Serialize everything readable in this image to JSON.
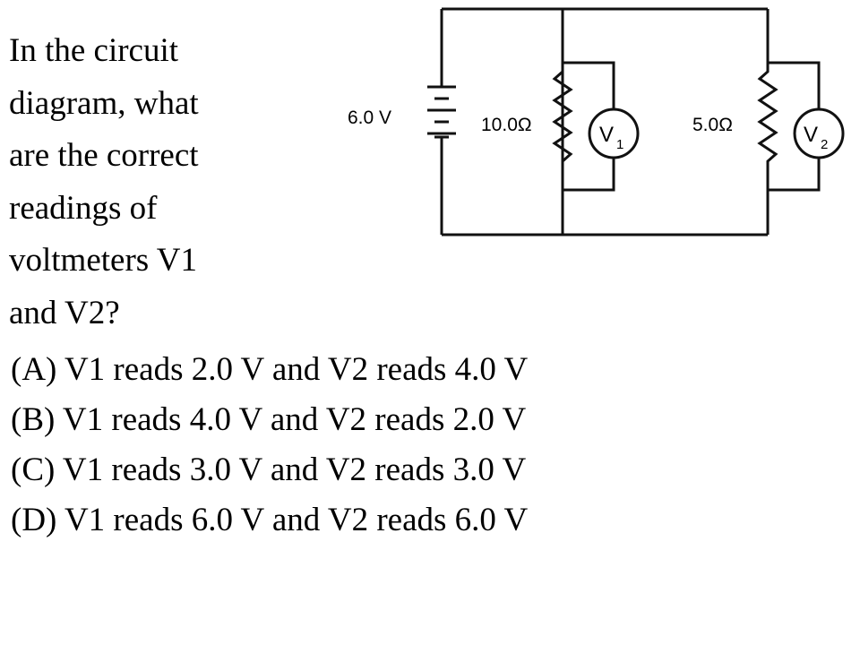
{
  "question": {
    "lines": [
      "In the circuit",
      "diagram, what",
      "are the correct",
      "readings of",
      "voltmeters V1",
      "and V2?"
    ]
  },
  "circuit": {
    "battery_label": "6.0 V",
    "r1_label": "10.0Ω",
    "r2_label": "5.0Ω",
    "v1_main": "V",
    "v1_sub": "1",
    "v2_main": "V",
    "v2_sub": "2"
  },
  "choices": [
    "(A) V1 reads 2.0 V and V2 reads 4.0 V",
    "(B) V1 reads 4.0 V and V2 reads 2.0 V",
    "(C) V1 reads 3.0 V and V2 reads 3.0 V",
    "(D) V1 reads 6.0 V and V2 reads 6.0 V"
  ]
}
